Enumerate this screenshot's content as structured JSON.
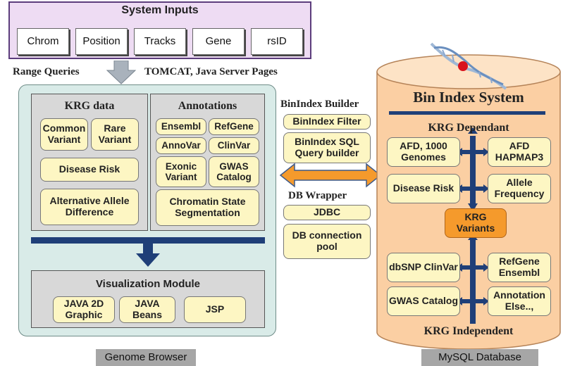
{
  "system_inputs": {
    "title": "System Inputs",
    "items": [
      "Chrom",
      "Position",
      "Tracks",
      "Gene",
      "rsID"
    ]
  },
  "range_queries": "Range Queries",
  "tomcat": "TOMCAT, Java Server Pages",
  "genome_browser": {
    "krg_data": {
      "title": "KRG data",
      "common_variant": "Common Variant",
      "rare_variant": "Rare Variant",
      "disease_risk": "Disease Risk",
      "alt_allele": "Alternative Allele Difference"
    },
    "annotations": {
      "title": "Annotations",
      "ensembl": "Ensembl",
      "refgene": "RefGene",
      "annovar": "AnnoVar",
      "clinvar": "ClinVar",
      "exonic": "Exonic Variant",
      "gwas": "GWAS Catalog",
      "chromatin": "Chromatin State Segmentation"
    },
    "visualization": {
      "title": "Visualization Module",
      "java2d": "JAVA 2D Graphic",
      "javabeans": "JAVA Beans",
      "jsp": "JSP"
    },
    "footer": "Genome Browser"
  },
  "middle": {
    "binindex_builder": "BinIndex Builder",
    "binindex_filter": "BinIndex Filter",
    "binindex_sql": "BinIndex SQL Query builder",
    "db_wrapper": "DB Wrapper",
    "jdbc": "JDBC",
    "db_pool": "DB connection pool"
  },
  "database": {
    "title": "Bin Index System",
    "krg_dependant": "KRG Dependant",
    "afd_1000": "AFD, 1000 Genomes",
    "afd_hapmap": "AFD HAPMAP3",
    "disease_risk": "Disease Risk",
    "allele_freq": "Allele Frequency",
    "krg_variants": "KRG Variants",
    "dbsnp": "dbSNP ClinVar",
    "refgene_ensembl": "RefGene Ensembl",
    "gwas": "GWAS Catalog",
    "annotation_else": "Annotation Else..,",
    "krg_independent": "KRG Independent",
    "footer": "MySQL Database"
  },
  "colors": {
    "inputs_bg": "#eedcf3",
    "browser_bg": "#d9ebe8",
    "box_fill": "#fdf6c3",
    "cylinder": "#fbcfa3",
    "navy": "#1f3f78",
    "orange": "#f59a2c"
  }
}
